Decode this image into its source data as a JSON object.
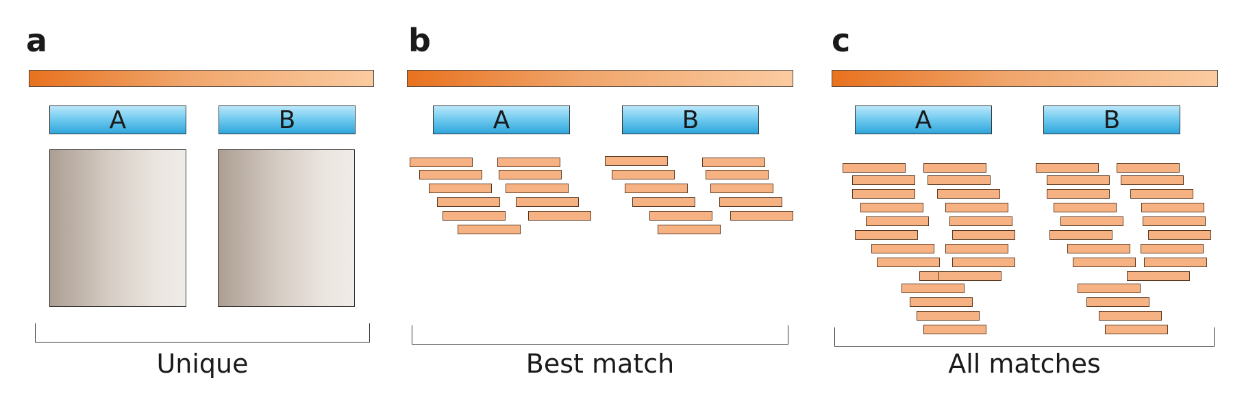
{
  "panels": [
    {
      "letter": "a",
      "gene_a": "A",
      "gene_b": "B",
      "caption": "Unique"
    },
    {
      "letter": "b",
      "gene_a": "A",
      "gene_b": "B",
      "caption": "Best match"
    },
    {
      "letter": "c",
      "gene_a": "A",
      "gene_b": "B",
      "caption": "All matches"
    }
  ],
  "colors": {
    "genome_gradient_start": "#e8721f",
    "genome_gradient_end": "#fbcba0",
    "gene_blue": "#4fb8e6",
    "read_orange": "#f6b283",
    "coverage_gray": "#c4b8ad"
  }
}
